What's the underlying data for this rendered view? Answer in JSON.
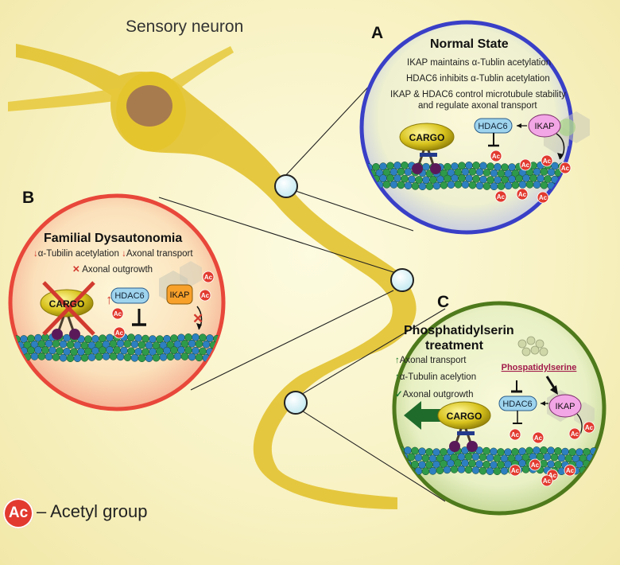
{
  "header": {
    "title": "Sensory neuron"
  },
  "panels": {
    "a": {
      "letter": "A",
      "title": "Normal State",
      "lines": [
        "IKAP maintains α-Tublin acetylation",
        "HDAC6 inhibits α-Tublin acetylation",
        "IKAP & HDAC6 control microtubule stability",
        "and regulate axonal transport"
      ],
      "labels": {
        "cargo": "CARGO",
        "hdac6": "HDAC6",
        "ikap": "IKAP",
        "ac": "Ac"
      }
    },
    "b": {
      "letter": "B",
      "title": "Familial Dysautonomia",
      "line1a": "α-Tubilin acetylation",
      "line1b": "Axonal transport",
      "line2": "Axonal outgrowth",
      "labels": {
        "cargo": "CARGO",
        "hdac6": "HDAC6",
        "ikap": "IKAP",
        "ac": "Ac"
      }
    },
    "c": {
      "letter": "C",
      "title_1": "Phosphatidylserin",
      "title_2": "treatment",
      "line1": "Axonal transport",
      "line2": "α-Tubulin acelytion",
      "line3": "Axonal outgrowth",
      "compound": "Phospatidylserine",
      "labels": {
        "cargo": "CARGO",
        "hdac6": "HDAC6",
        "ikap": "IKAP",
        "ac": "Ac"
      }
    }
  },
  "legend": {
    "badge": "Ac",
    "text": "– Acetyl group"
  },
  "colors": {
    "neuron": "#e2c230",
    "nucleus": "#a87b4e",
    "panel_a_border": "#3a3fc7",
    "panel_b_border": "#e8473a",
    "panel_c_border": "#4f7a1c",
    "ac_red": "#e23a2f",
    "microtubule_green": "#2e9a4a",
    "microtubule_blue": "#2d7fc0"
  }
}
